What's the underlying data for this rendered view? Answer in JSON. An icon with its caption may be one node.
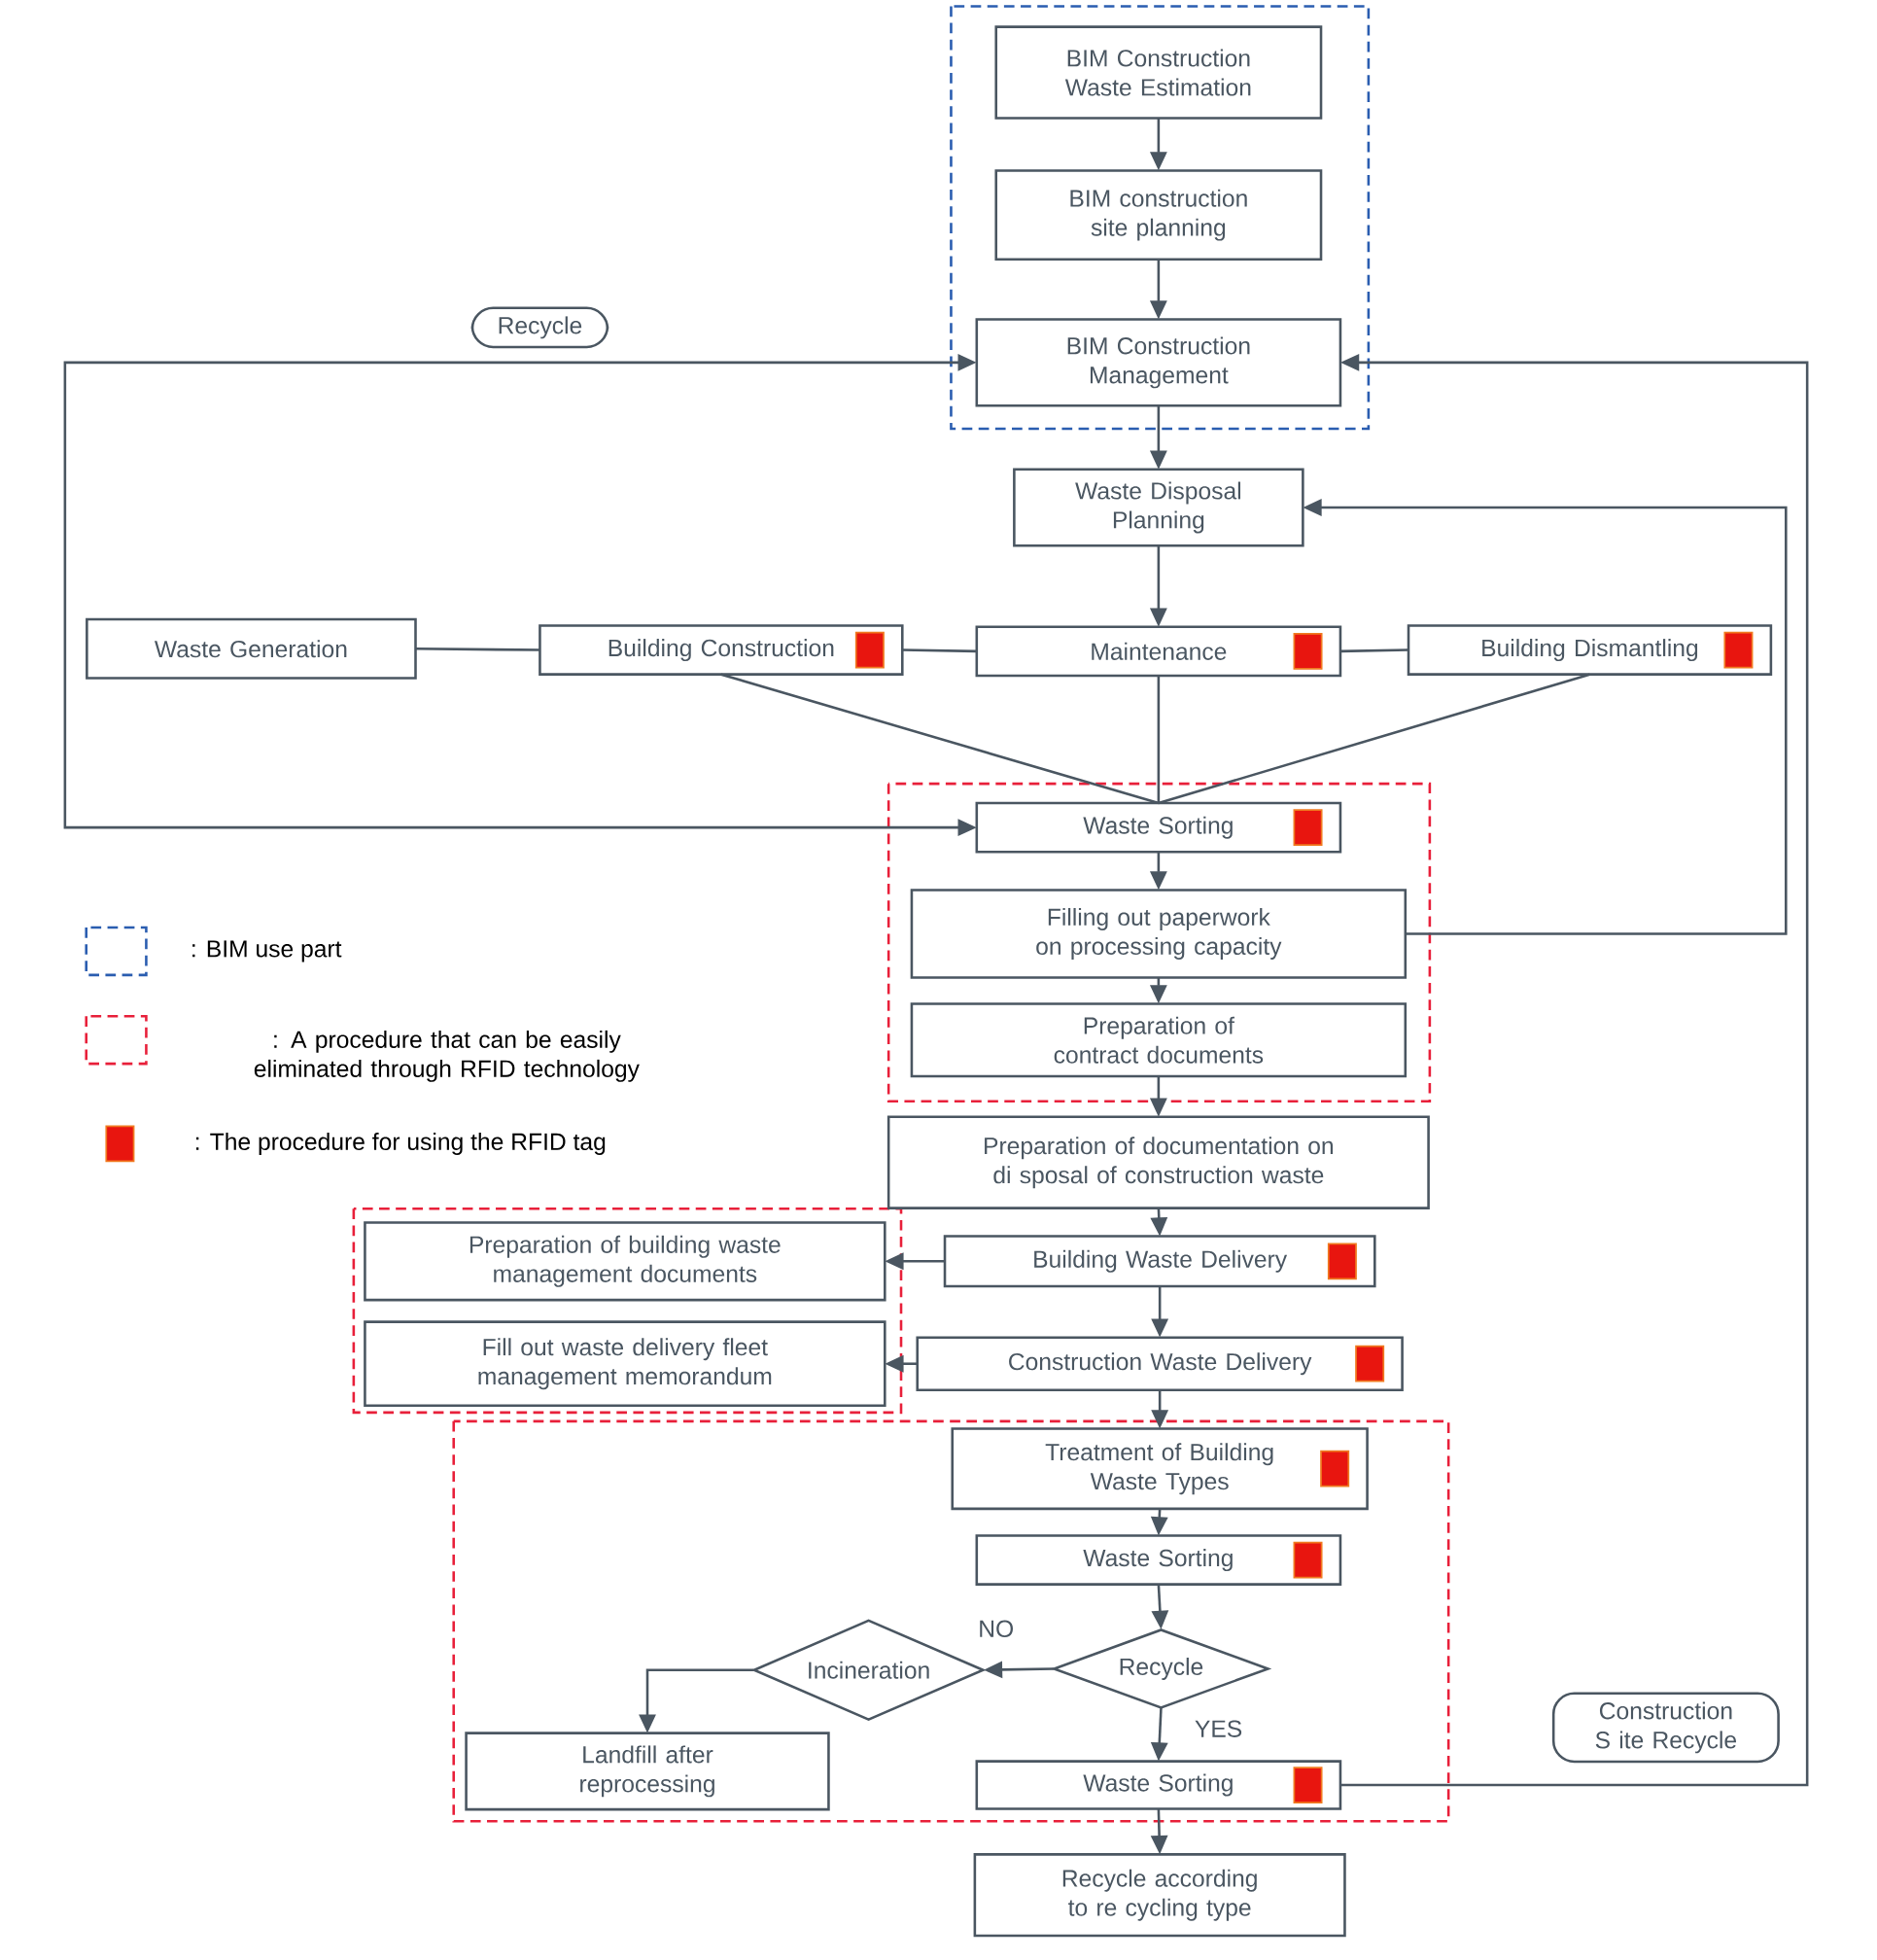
{
  "diagram": {
    "nodes": [
      {
        "text": [
          "BIM Construction Waste Estimation"
        ]
      },
      {
        "text": [
          "BIM construction site planning"
        ]
      },
      {
        "text": [
          "BIM Construction Management"
        ]
      },
      {
        "text": [
          "Waste Disposal Planning"
        ]
      },
      {
        "text": [
          "Waste Generation"
        ]
      },
      {
        "text": [
          "Building Construction"
        ]
      },
      {
        "text": [
          "Maintenance"
        ]
      },
      {
        "text": [
          "Building Dismantling"
        ]
      },
      {
        "text": [
          "Waste Sorting"
        ]
      },
      {
        "text": [
          "Filling out paperwork on processing capacity"
        ]
      },
      {
        "text": [
          "Preparation of contract documents"
        ]
      },
      {
        "text": [
          "Preparation of documentation on di sposal of construction waste"
        ]
      },
      {
        "text": [
          "Preparation of building waste management documents"
        ]
      },
      {
        "text": [
          "Building Waste Delivery"
        ]
      },
      {
        "text": [
          "Fill out waste delivery fleet management memorandum"
        ]
      },
      {
        "text": [
          "Construction Waste Delivery"
        ]
      },
      {
        "text": [
          "Treatment of Building Waste Types"
        ]
      },
      {
        "text": [
          "Waste Sorting"
        ]
      },
      {
        "text": [
          "Recycle"
        ]
      },
      {
        "text": [
          "Incineration"
        ]
      },
      {
        "text": [
          "Landfill after reprocessing"
        ]
      },
      {
        "text": [
          "Waste Sorting"
        ]
      },
      {
        "text": [
          "Recycle according to re cycling type"
        ]
      }
    ],
    "edges": [
      {
        "from": 0,
        "to": 1,
        "arrow": "to"
      },
      {
        "from": 1,
        "to": 2,
        "arrow": "to"
      },
      {
        "from": 2,
        "to": 3,
        "arrow": "to"
      },
      {
        "from": 3,
        "to": 6,
        "arrow": "to"
      },
      {
        "from": 4,
        "to": 5,
        "arrow": "none"
      },
      {
        "from": 5,
        "to": 6,
        "arrow": "none"
      },
      {
        "from": 6,
        "to": 7,
        "arrow": "none"
      },
      {
        "from": 5,
        "to": 8,
        "arrow": "none"
      },
      {
        "from": 6,
        "to": 8,
        "arrow": "none"
      },
      {
        "from": 7,
        "to": 8,
        "arrow": "none"
      },
      {
        "from": 8,
        "to": 2,
        "arrow": "both",
        "label": "Recycle"
      },
      {
        "from": 8,
        "to": 9,
        "arrow": "to"
      },
      {
        "from": 9,
        "to": 10,
        "arrow": "to"
      },
      {
        "from": 10,
        "to": 11,
        "arrow": "to"
      },
      {
        "from": 9,
        "to": 3,
        "arrow": "to"
      },
      {
        "from": 11,
        "to": 13,
        "arrow": "to"
      },
      {
        "from": 13,
        "to": 12,
        "arrow": "to"
      },
      {
        "from": 13,
        "to": 15,
        "arrow": "to"
      },
      {
        "from": 15,
        "to": 14,
        "arrow": "to"
      },
      {
        "from": 15,
        "to": 16,
        "arrow": "to"
      },
      {
        "from": 16,
        "to": 17,
        "arrow": "to"
      },
      {
        "from": 17,
        "to": 18,
        "arrow": "to"
      },
      {
        "from": 18,
        "to": 19,
        "arrow": "to",
        "label": "NO"
      },
      {
        "from": 19,
        "to": 20,
        "arrow": "to"
      },
      {
        "from": 18,
        "to": 21,
        "arrow": "to",
        "label": "YES"
      },
      {
        "from": 21,
        "to": 22,
        "arrow": "to"
      },
      {
        "from": 21,
        "to": 2,
        "arrow": "to",
        "label": "Construction S ite Recycle"
      }
    ],
    "legend": [
      {
        "text": ": BIM use part"
      },
      {
        "text": ": A procedure that can be easily eliminated through RFID technology"
      },
      {
        "text": ": The procedure for using the RFID tag",
        "color": "#e8150f"
      }
    ]
  }
}
